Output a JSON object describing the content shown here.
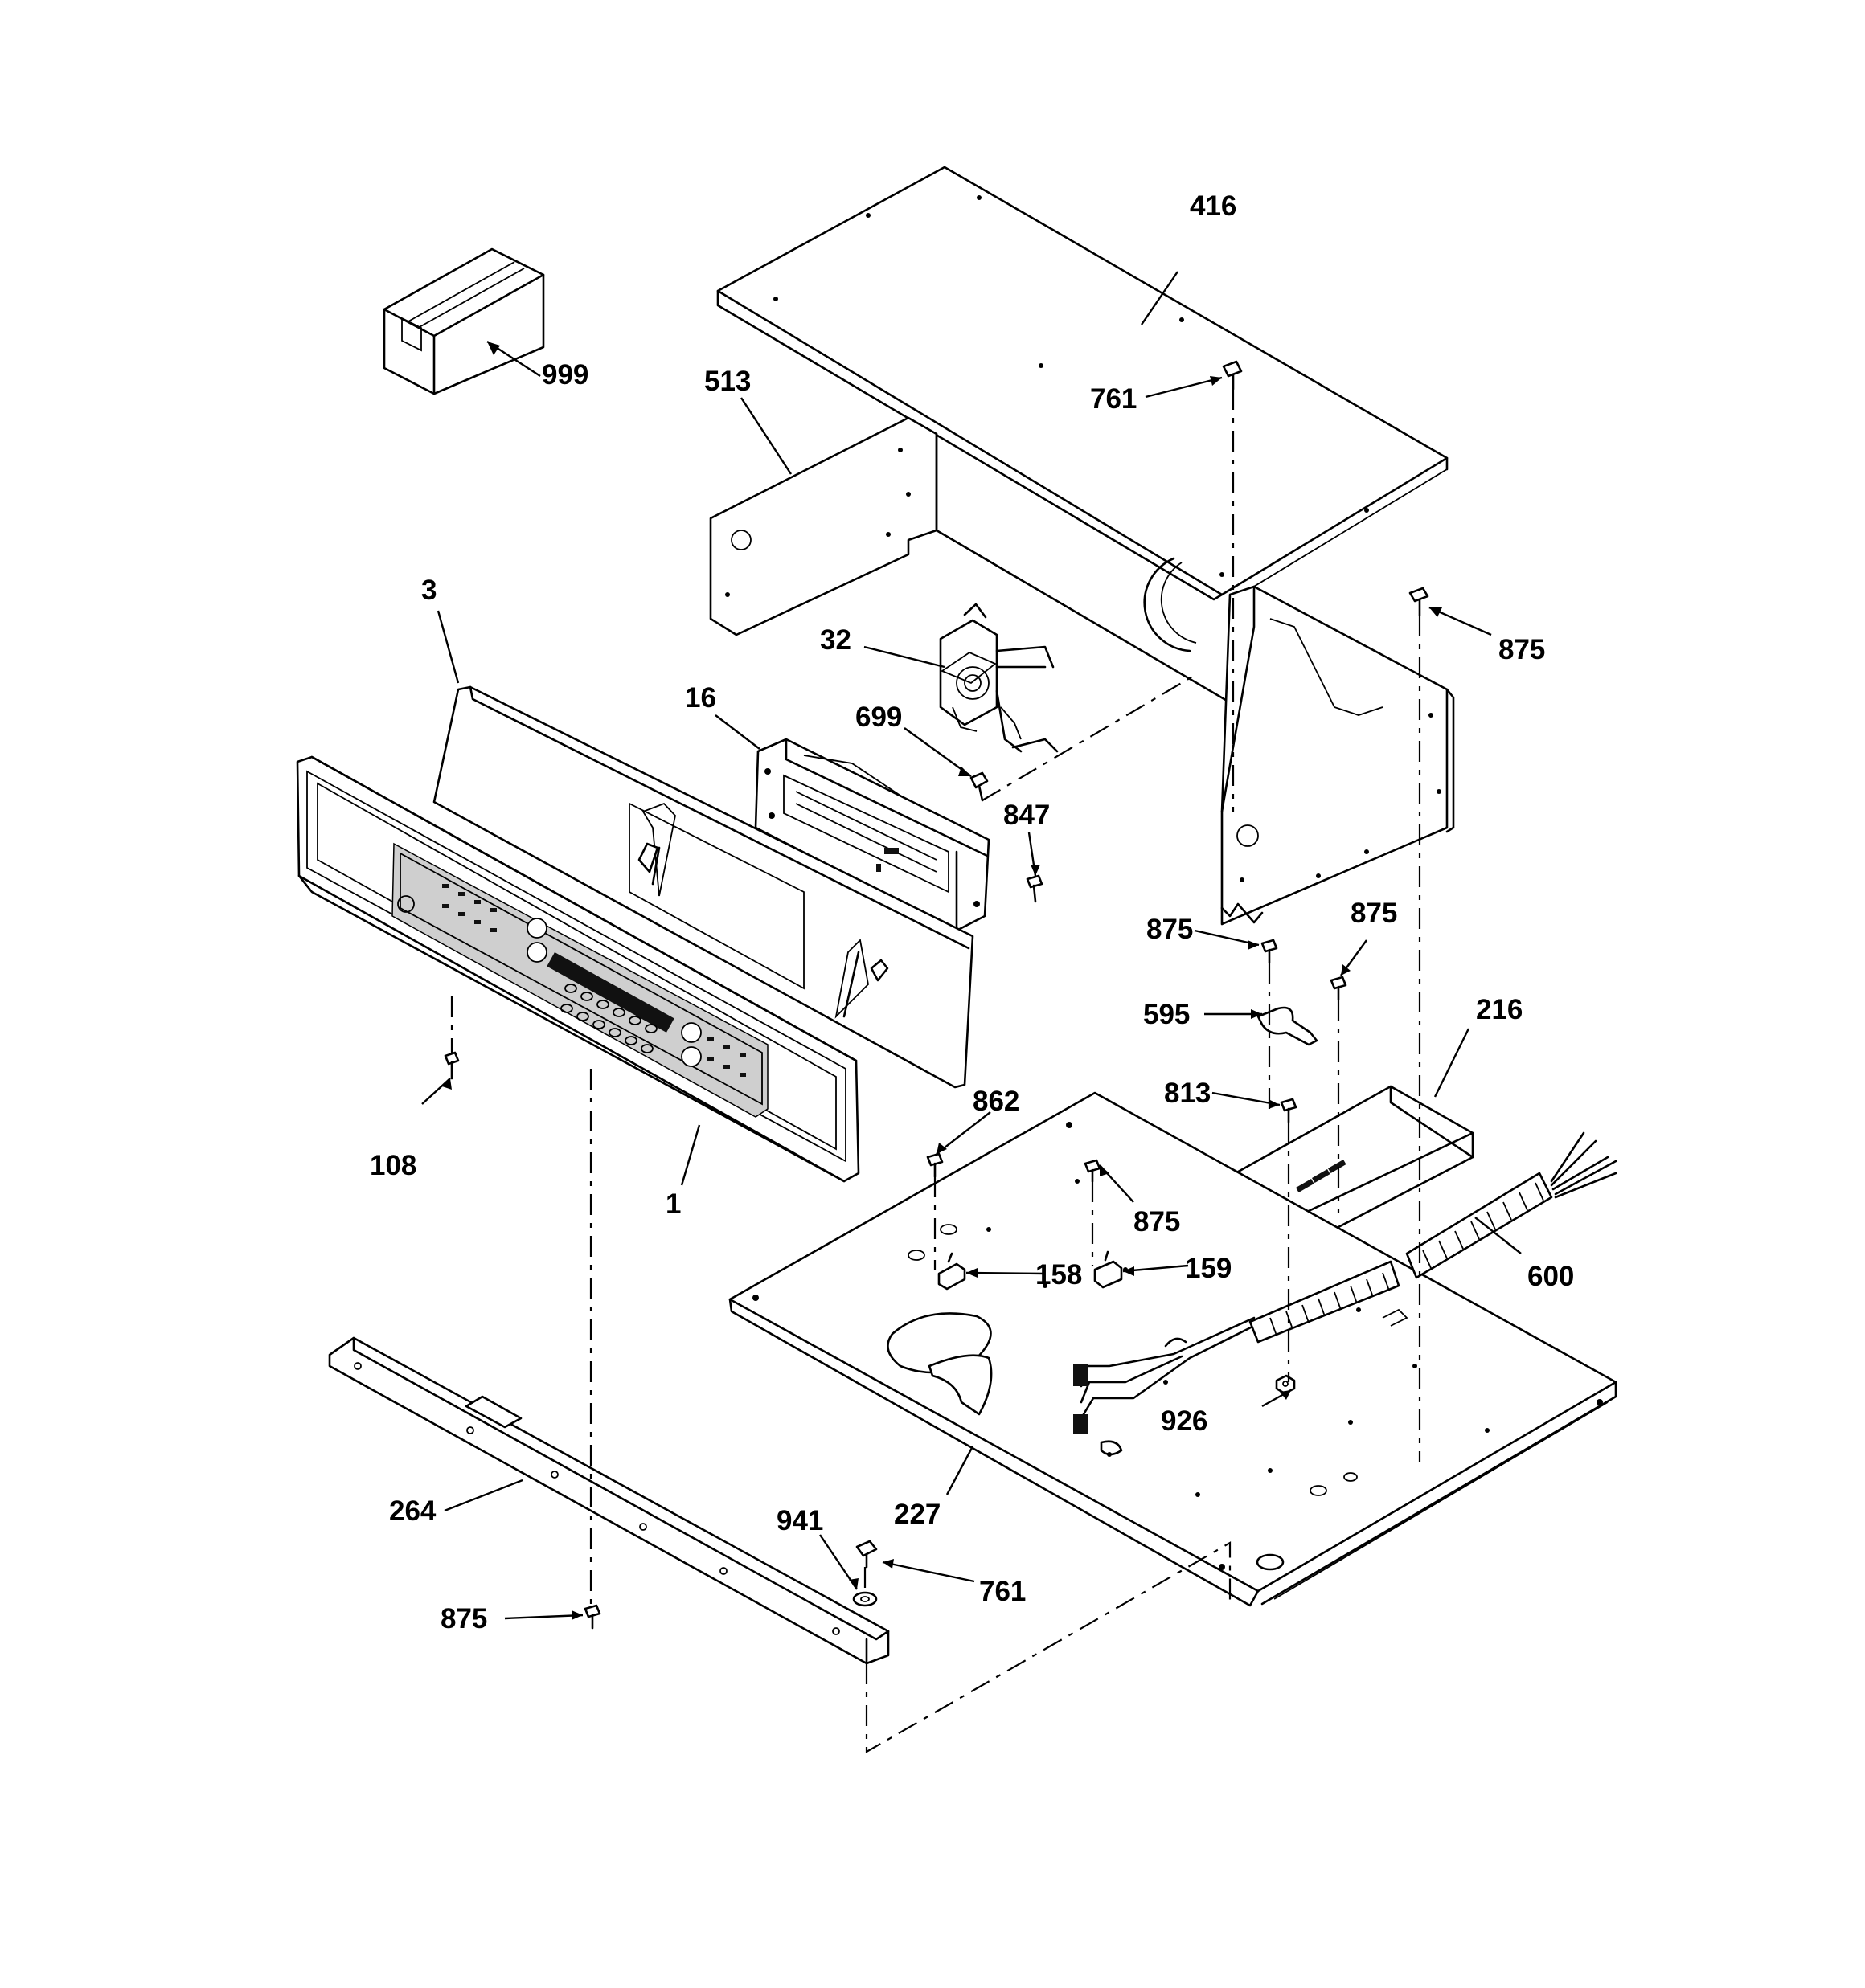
{
  "diagram": {
    "part_labels": [
      {
        "id": "p999",
        "text": "999"
      },
      {
        "id": "p416",
        "text": "416"
      },
      {
        "id": "p513",
        "text": "513"
      },
      {
        "id": "p761a",
        "text": "761"
      },
      {
        "id": "p875a",
        "text": "875"
      },
      {
        "id": "p3",
        "text": "3"
      },
      {
        "id": "p32",
        "text": "32"
      },
      {
        "id": "p16",
        "text": "16"
      },
      {
        "id": "p699",
        "text": "699"
      },
      {
        "id": "p847",
        "text": "847"
      },
      {
        "id": "p875b",
        "text": "875"
      },
      {
        "id": "p875c",
        "text": "875"
      },
      {
        "id": "p595",
        "text": "595"
      },
      {
        "id": "p216",
        "text": "216"
      },
      {
        "id": "p813",
        "text": "813"
      },
      {
        "id": "p862",
        "text": "862"
      },
      {
        "id": "p875d",
        "text": "875"
      },
      {
        "id": "p108",
        "text": "108"
      },
      {
        "id": "p1",
        "text": "1"
      },
      {
        "id": "p158",
        "text": "158"
      },
      {
        "id": "p159",
        "text": "159"
      },
      {
        "id": "p600",
        "text": "600"
      },
      {
        "id": "p926",
        "text": "926"
      },
      {
        "id": "p264",
        "text": "264"
      },
      {
        "id": "p941",
        "text": "941"
      },
      {
        "id": "p227",
        "text": "227"
      },
      {
        "id": "p761b",
        "text": "761"
      },
      {
        "id": "p875e",
        "text": "875"
      }
    ]
  }
}
